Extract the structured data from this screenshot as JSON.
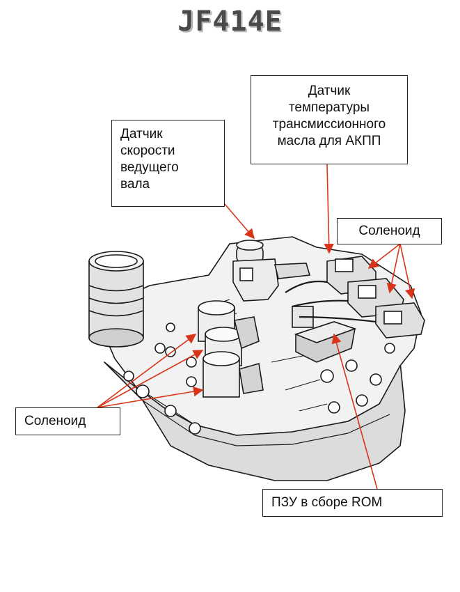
{
  "title": "JF414E",
  "labels": {
    "input_speed_sensor": "Датчик\nскорости\nведущего\nвала",
    "temp_sensor": "Датчик\nтемпературы\nтрансмиссионного\nмасла для АКПП",
    "solenoid_right": "Соленоид",
    "solenoid_left": "Соленоид",
    "rom": "ПЗУ в сборе ROM"
  },
  "colors": {
    "arrow": "#d8341a",
    "line": "#1a1a1a",
    "fill_light": "#f2f2f2",
    "fill_mid": "#d9d9d9",
    "fill_dark": "#9a9a9a"
  }
}
